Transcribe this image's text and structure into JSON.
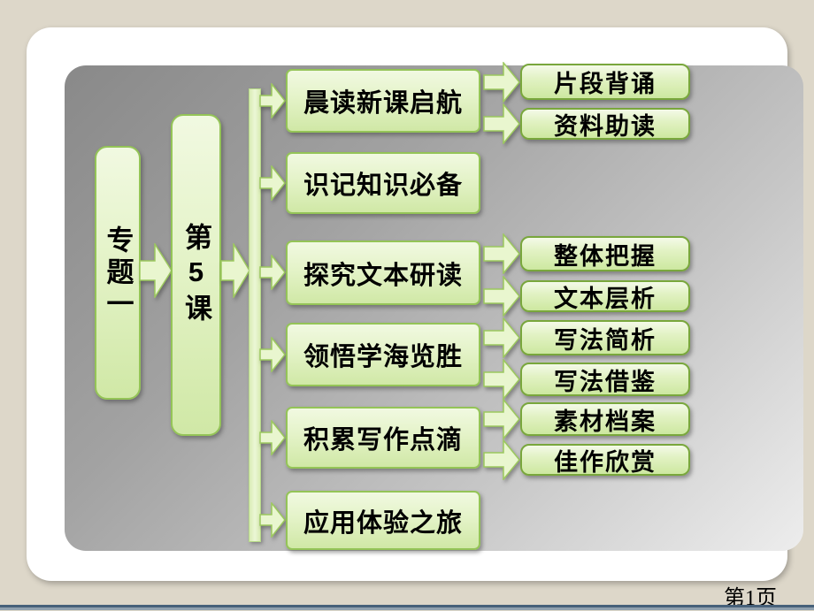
{
  "slide": {
    "diagram": {
      "root_node": {
        "label": "专题一"
      },
      "lesson_node": {
        "label": "第5课"
      },
      "mid_nodes": [
        {
          "label": "晨读新课启航"
        },
        {
          "label": "识记知识必备"
        },
        {
          "label": "探究文本研读"
        },
        {
          "label": "领悟学海览胜"
        },
        {
          "label": "积累写作点滴"
        },
        {
          "label": "应用体验之旅"
        }
      ],
      "right_nodes": [
        {
          "label": "片段背诵"
        },
        {
          "label": "资料助读"
        },
        {
          "label": "整体把握"
        },
        {
          "label": "文本层析"
        },
        {
          "label": "写法简析"
        },
        {
          "label": "写法借鉴"
        },
        {
          "label": "素材档案"
        },
        {
          "label": "佳作欣赏"
        }
      ],
      "colors": {
        "node_fill_top": "#f1f9e1",
        "node_fill_bottom": "#d0e8a6",
        "node_border": "#94c457",
        "right_node_border": "#79a73c",
        "panel_gray_dark": "#898989",
        "panel_gray_light": "#ededed",
        "page_background": "#ddd7c9",
        "footer_line_dark": "#47617a",
        "footer_line_light": "#90a0ae"
      }
    },
    "footer": {
      "page_number": "第1页"
    }
  }
}
